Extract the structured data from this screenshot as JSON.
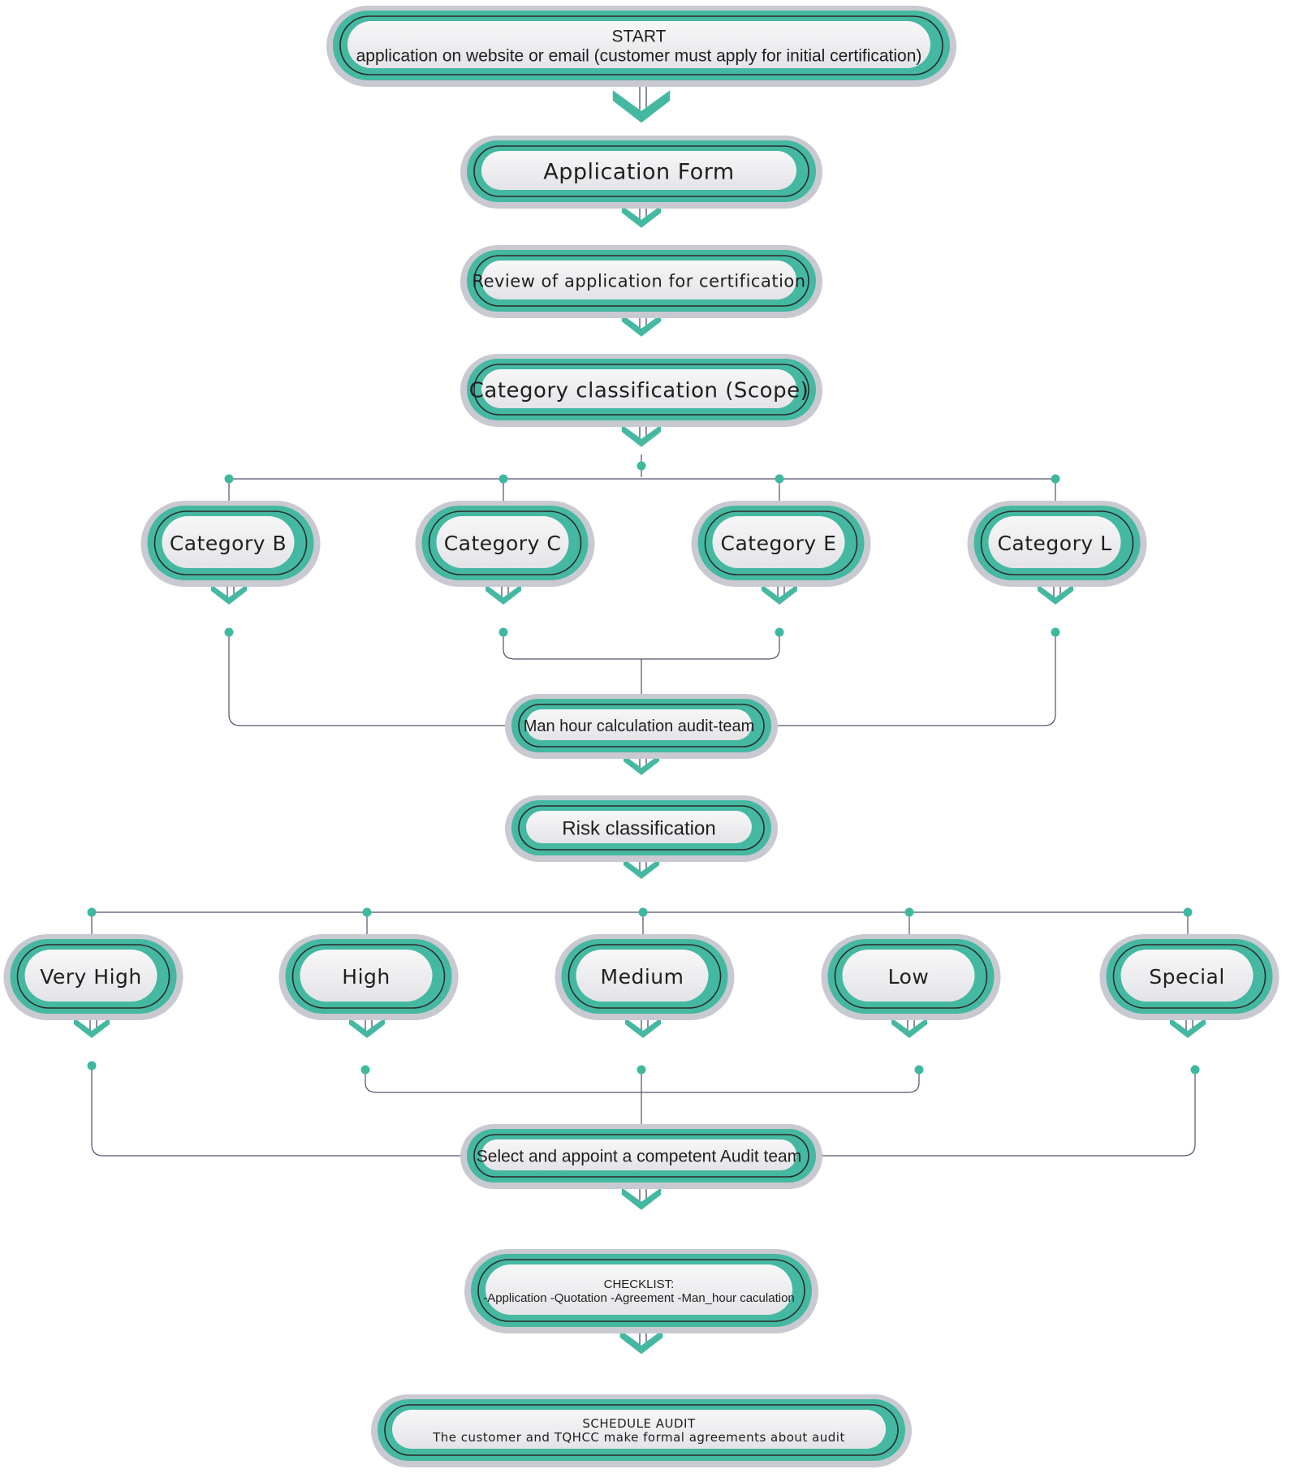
{
  "colors": {
    "teal": "#45b8a1",
    "teal_dark": "#2e8f7c",
    "outline": "#2a2a2a",
    "shadow": "#c9c9d1",
    "inner_top": "#f7f7f8",
    "inner_bottom": "#e4e4e8",
    "connector": "#50506a",
    "dot": "#3fb8a0"
  },
  "steps": {
    "start": {
      "line1": "START",
      "line2": "application on website or email (customer must apply for initial certification)"
    },
    "application_form": {
      "label": "Application Form"
    },
    "review": {
      "label": "Review of application for certification"
    },
    "category_classification": {
      "label": "Category classification (Scope)"
    },
    "categories": [
      {
        "label": "Category B"
      },
      {
        "label": "Category C"
      },
      {
        "label": "Category E"
      },
      {
        "label": "Category L"
      }
    ],
    "man_hour": {
      "label": "Man hour calculation audit-team"
    },
    "risk_classification": {
      "label": "Risk classification"
    },
    "risks": [
      {
        "label": "Very High"
      },
      {
        "label": "High"
      },
      {
        "label": "Medium"
      },
      {
        "label": "Low"
      },
      {
        "label": "Special"
      }
    ],
    "select_team": {
      "label": "Select and appoint a competent Audit team"
    },
    "checklist": {
      "line1": "CHECKLIST:",
      "line2": "-Application -Quotation -Agreement -Man_hour caculation"
    },
    "schedule": {
      "line1": "SCHEDULE AUDIT",
      "line2": "The customer and TQHCC make formal agreements about audit"
    }
  }
}
